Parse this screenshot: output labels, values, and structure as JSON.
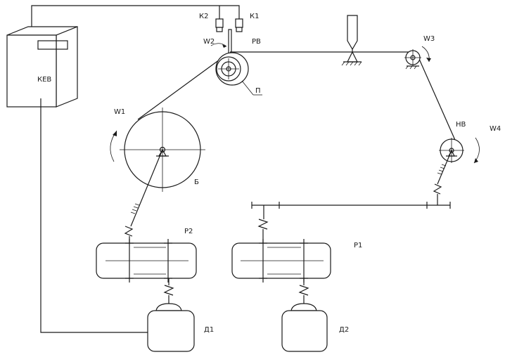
{
  "labels": {
    "controller": "КЕВ",
    "sensor_k1": "К1",
    "sensor_k2": "К2",
    "w1": "W1",
    "w2": "W2",
    "w3": "W3",
    "w4": "W4",
    "roller_rv": "РВ",
    "part_p": "П",
    "drum_b": "Б",
    "roller_nv": "НВ",
    "gearbox_r1": "Р1",
    "gearbox_r2": "Р2",
    "motor_d1": "Д1",
    "motor_d2": "Д2"
  },
  "colors": {
    "line": "#1a1a1a",
    "background": "#ffffff"
  }
}
